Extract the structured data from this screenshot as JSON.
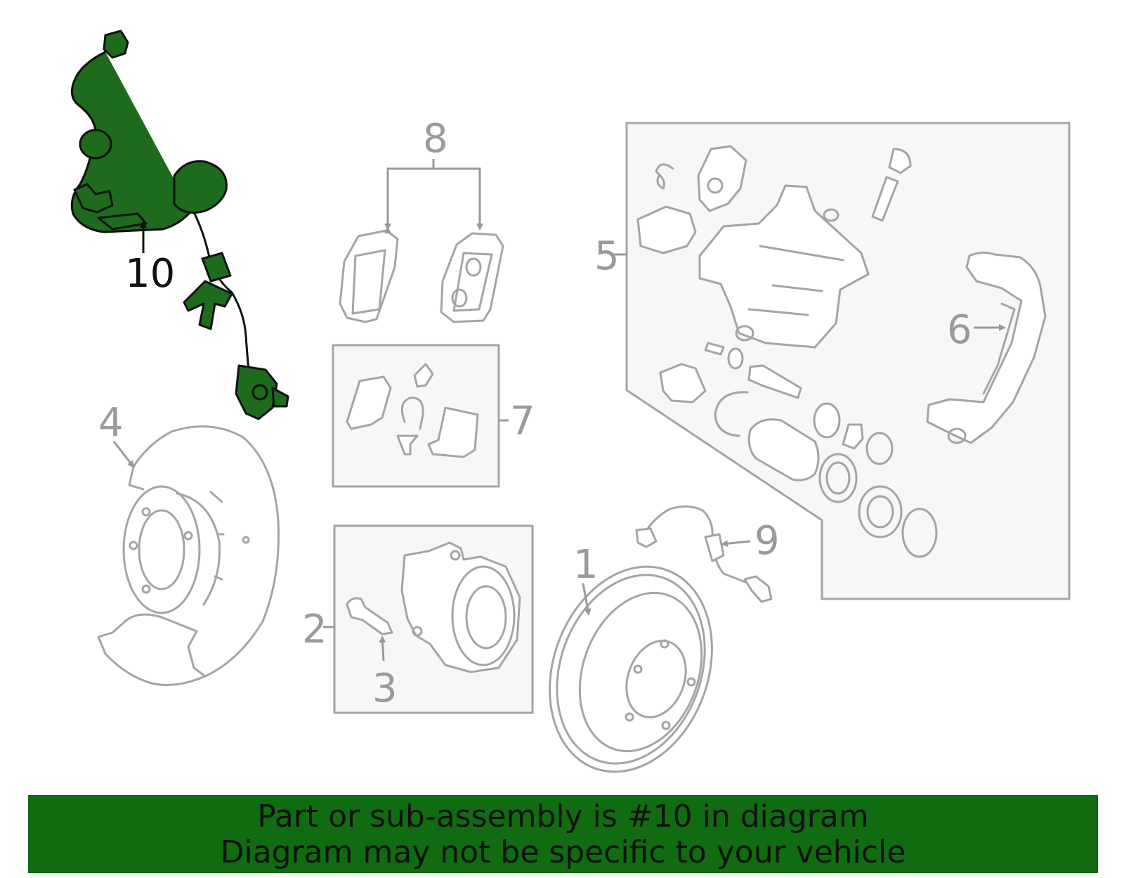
{
  "callouts": {
    "c1": "1",
    "c2": "2",
    "c3": "3",
    "c4": "4",
    "c5": "5",
    "c6": "6",
    "c7": "7",
    "c8": "8",
    "c9": "9",
    "c10": "10"
  },
  "highlighted_part": "10",
  "banner": {
    "line1": "Part or sub-assembly is #10 in diagram",
    "line2": "Diagram may not be specific to your vehicle"
  },
  "colors": {
    "highlight_part": "#1e6b1e",
    "banner_bg": "#116b11",
    "part_lines": "#a4a4a4",
    "callout_gray": "#9a9a9a",
    "callout_highlight": "#111111"
  }
}
